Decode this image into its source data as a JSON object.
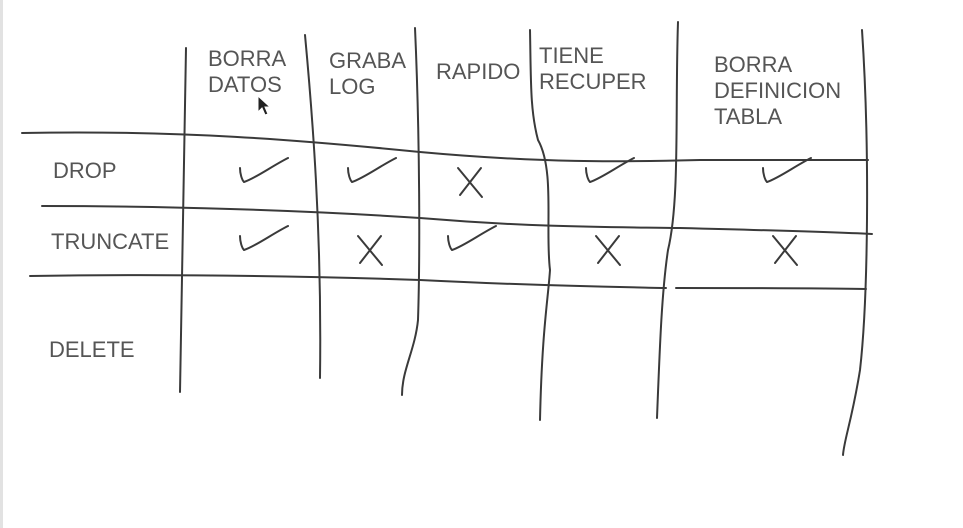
{
  "columns": [
    {
      "lines": [
        "BORRA",
        "DATOS"
      ]
    },
    {
      "lines": [
        "GRABA",
        "LOG"
      ]
    },
    {
      "lines": [
        "RAPIDO"
      ]
    },
    {
      "lines": [
        "TIENE",
        "RECUPER"
      ]
    },
    {
      "lines": [
        "BORRA",
        "DEFINICION",
        "TABLA"
      ]
    }
  ],
  "rows": [
    {
      "label": "DROP",
      "marks": [
        "check",
        "check",
        "cross",
        "check",
        "check"
      ]
    },
    {
      "label": "TRUNCATE",
      "marks": [
        "check",
        "cross",
        "check",
        "cross",
        "cross"
      ]
    },
    {
      "label": "DELETE",
      "marks": []
    }
  ],
  "colors": {
    "ink": "#3a3a3a",
    "text": "#555555",
    "background": "#ffffff"
  }
}
